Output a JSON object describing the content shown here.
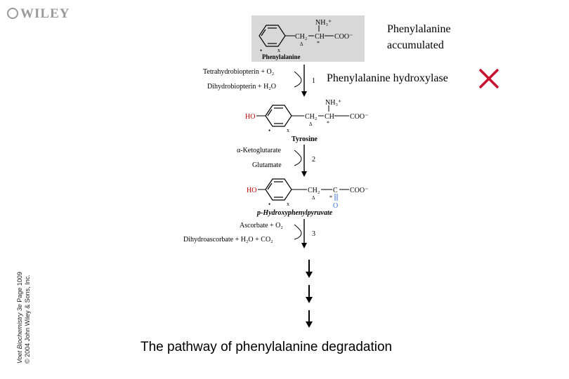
{
  "publisher": {
    "name": "WILEY"
  },
  "sidebar": {
    "line1_italic": "Voet Biochemistry 3e",
    "line1_page": "   Page 1009",
    "line2": "© 2004 John Wiley & Sons, Inc."
  },
  "figure": {
    "compounds": {
      "phenylalanine": "Phenylalanine",
      "tyrosine": "Tyrosine",
      "hydroxyphenylpyruvate": "p-Hydroxyphenylpyruvate"
    },
    "cofactors": {
      "step1_in": "Tetrahydrobiopterin + O₂",
      "step1_out": "Dihydrobiopterin + H₂O",
      "step2_in": "α-Ketoglutarate",
      "step2_out": "Glutamate",
      "step3_in": "Ascorbate + O₂",
      "step3_out": "Dihydroascorbate + H₂O + CO₂"
    },
    "step_numbers": [
      "1",
      "2",
      "3"
    ],
    "groups": {
      "nh3": "NH₃⁺",
      "ch2": "CH₂",
      "ch": "CH",
      "coo": "COO⁻",
      "ho": "HO",
      "c": "C",
      "o": "O",
      "delta": "Δ",
      "star": "*",
      "x": "x",
      "bullet": "•"
    }
  },
  "annotations": {
    "accumulated_line1": "Phenylalanine",
    "accumulated_line2": "accumulated",
    "enzyme": "Phenylalanine hydroxylase",
    "block_icon": "red-x-icon",
    "block_color": "#c8102e"
  },
  "title": "The pathway of phenylalanine degradation"
}
